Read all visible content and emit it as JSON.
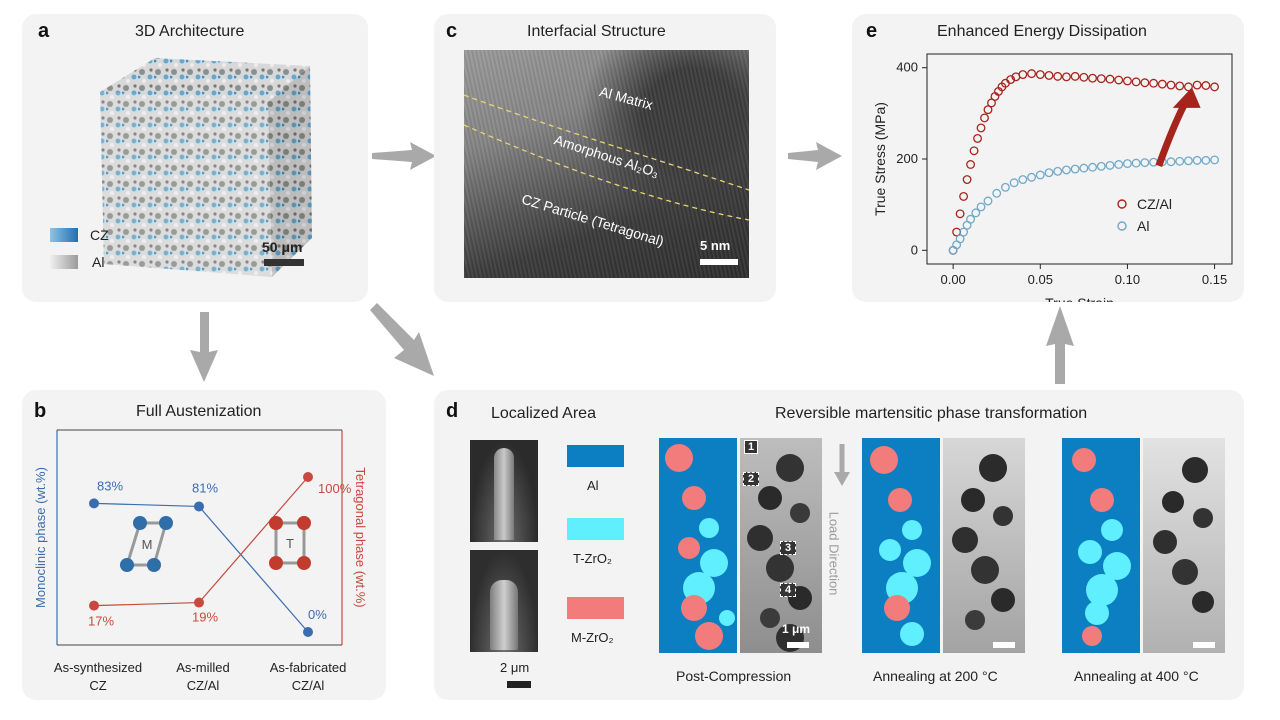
{
  "panel_a": {
    "label": "a",
    "title": "3D Architecture",
    "legend": [
      {
        "name": "CZ",
        "color": "#2f86c6"
      },
      {
        "name": "Al",
        "color": "#c4c4c4"
      }
    ],
    "scalebar": "50 μm"
  },
  "panel_b": {
    "label": "b",
    "title": "Full Austenization",
    "y_left_label": "Monoclinic phase (wt.%)",
    "y_right_label": "Tetragonal phase (wt.%)",
    "monoclinic_color": "#3a6db0",
    "tetragonal_color": "#c84a3e",
    "chart_data": {
      "type": "line",
      "categories": [
        "As-synthesized\nCZ",
        "As-milled\nCZ/Al",
        "As-fabricated\nCZ/Al"
      ],
      "category_lines": [
        [
          "As-synthesized",
          "CZ"
        ],
        [
          "As-milled",
          "CZ/Al"
        ],
        [
          "As-fabricated",
          "CZ/Al"
        ]
      ],
      "series": [
        {
          "values": [
            83,
            81,
            0
          ],
          "labels": [
            "83%",
            "81%",
            "0%"
          ]
        },
        {
          "values": [
            17,
            19,
            100
          ],
          "labels": [
            "17%",
            "19%",
            "100%"
          ]
        }
      ],
      "ylim": [
        0,
        100
      ]
    },
    "crystal_labels": [
      "M",
      "T"
    ]
  },
  "panel_c": {
    "label": "c",
    "title": "Interfacial Structure",
    "labels": [
      "Al Matrix",
      "Amorphous Al₂O₃",
      "CZ Particle (Tetragonal)"
    ],
    "scalebar": "5 nm"
  },
  "panel_d": {
    "label": "d",
    "title_left": "Localized Area",
    "title_right": "Reversible martensitic phase transformation",
    "legend": [
      {
        "name": "Al",
        "color": "#0b7fc2"
      },
      {
        "name": "T-ZrO₂",
        "color": "#5fefff"
      },
      {
        "name": "M-ZrO₂",
        "color": "#f27b7b"
      }
    ],
    "scalebar_left": "2 μm",
    "scalebar_map": "1 μm",
    "load_direction": "Load Direction",
    "region_markers": [
      "1",
      "2",
      "3",
      "4"
    ],
    "captions": [
      "Post-Compression",
      "Annealing at 200 °C",
      "Annealing at 400 °C"
    ]
  },
  "panel_e": {
    "label": "e",
    "title": "Enhanced Energy Dissipation",
    "chart_data": {
      "type": "scatter",
      "xlabel": "True Strain",
      "ylabel": "True Stress (MPa)",
      "xlim": [
        -0.015,
        0.16
      ],
      "ylim": [
        -30,
        430
      ],
      "xticks": [
        0.0,
        0.05,
        0.1,
        0.15
      ],
      "xtick_labels": [
        "0.00",
        "0.05",
        "0.10",
        "0.15"
      ],
      "yticks": [
        0,
        200,
        400
      ],
      "ytick_labels": [
        "0",
        "200",
        "400"
      ],
      "legend_position": "right",
      "series": [
        {
          "name": "CZ/Al",
          "color": "#a6241c",
          "x": [
            0.0,
            0.002,
            0.004,
            0.006,
            0.008,
            0.01,
            0.012,
            0.014,
            0.016,
            0.018,
            0.02,
            0.022,
            0.024,
            0.026,
            0.028,
            0.03,
            0.033,
            0.036,
            0.04,
            0.045,
            0.05,
            0.055,
            0.06,
            0.065,
            0.07,
            0.075,
            0.08,
            0.085,
            0.09,
            0.095,
            0.1,
            0.105,
            0.11,
            0.115,
            0.12,
            0.125,
            0.13,
            0.135,
            0.14,
            0.145,
            0.15
          ],
          "y": [
            0,
            40,
            80,
            118,
            155,
            188,
            218,
            245,
            268,
            290,
            308,
            323,
            337,
            348,
            358,
            366,
            374,
            380,
            385,
            387,
            385,
            383,
            381,
            380,
            381,
            379,
            377,
            376,
            375,
            373,
            371,
            369,
            367,
            366,
            364,
            362,
            360,
            358,
            362,
            361,
            358
          ]
        },
        {
          "name": "Al",
          "color": "#6fa9c9",
          "x": [
            0.0,
            0.002,
            0.004,
            0.006,
            0.008,
            0.01,
            0.013,
            0.016,
            0.02,
            0.025,
            0.03,
            0.035,
            0.04,
            0.045,
            0.05,
            0.055,
            0.06,
            0.065,
            0.07,
            0.075,
            0.08,
            0.085,
            0.09,
            0.095,
            0.1,
            0.105,
            0.11,
            0.115,
            0.12,
            0.125,
            0.13,
            0.135,
            0.14,
            0.145,
            0.15
          ],
          "y": [
            0,
            12,
            25,
            40,
            55,
            68,
            82,
            95,
            108,
            125,
            138,
            148,
            155,
            160,
            165,
            170,
            173,
            176,
            178,
            180,
            182,
            184,
            186,
            188,
            190,
            191,
            192,
            193,
            194,
            194,
            195,
            196,
            197,
            197,
            198
          ]
        }
      ]
    }
  }
}
